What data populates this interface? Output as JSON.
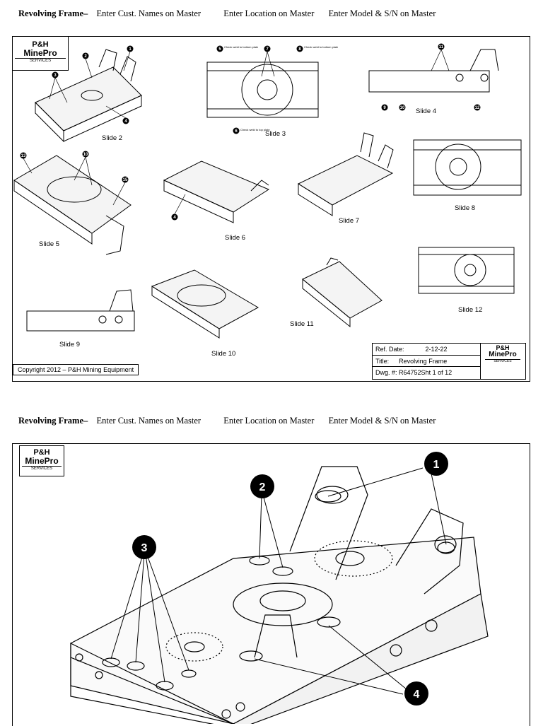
{
  "header": {
    "title": "Revolving Frame",
    "dash": "–",
    "field1": "Enter Cust. Names on Master",
    "field2": "Enter Location on Master",
    "field3": "Enter Model & S/N on Master"
  },
  "logo": {
    "line1": "P&H",
    "line2": "MinePro",
    "line3": "SERVICES"
  },
  "sheet1": {
    "slides": [
      "Slide 2",
      "Slide 3",
      "Slide 4",
      "Slide 5",
      "Slide 6",
      "Slide 7",
      "Slide 8",
      "Slide 9",
      "Slide 10",
      "Slide 11",
      "Slide 12"
    ],
    "callouts": [
      "1",
      "2",
      "3",
      "4",
      "5",
      "6",
      "7",
      "8",
      "9",
      "10",
      "11",
      "12",
      "13",
      "14",
      "15"
    ],
    "notes": [
      "Check weld to bottom plate",
      "Check weld to bottom plate",
      "Check weld to top plate"
    ],
    "copyright": "Copyright 2012 – P&H Mining Equipment",
    "titleblock": {
      "ref_label": "Ref. Date:",
      "ref_value": "2-12-22",
      "title_label": "Title:",
      "title_value": "Revolving Frame",
      "dwg_label": "Dwg. #:",
      "dwg_value": "R64752Sht 1 of 12"
    }
  },
  "sheet2": {
    "callouts": [
      "1",
      "2",
      "3",
      "4"
    ]
  }
}
